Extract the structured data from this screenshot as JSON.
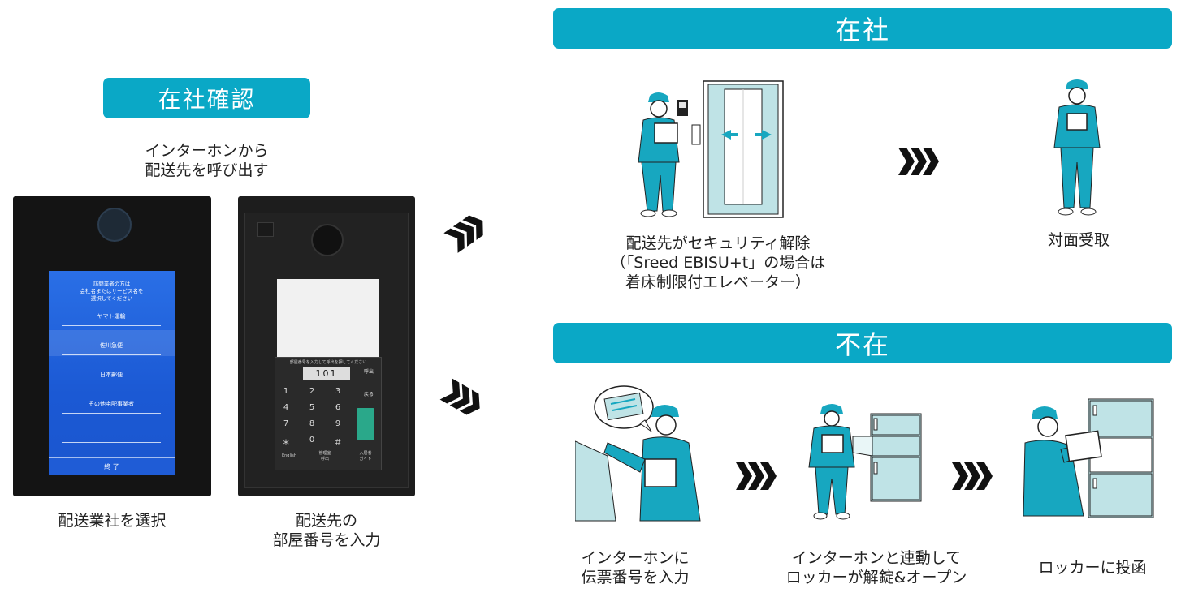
{
  "left": {
    "banner": "在社確認",
    "intro_line1": "インターホンから",
    "intro_line2": "配送先を呼び出す",
    "caption1": "配送業社を選択",
    "caption2_line1": "配送先の",
    "caption2_line2": "部屋番号を入力",
    "device1": {
      "header_line1": "訪問業者の方は",
      "header_line2": "会社名またはサービス名を",
      "header_line3": "選択してください",
      "options": [
        "ヤマト運輸",
        "佐川急便",
        "日本郵便",
        "その他宅配事業者"
      ],
      "end_label": "終 了"
    },
    "device2": {
      "instruction": "部屋番号を入力して呼出を押してください",
      "display": "101",
      "keys": [
        "1",
        "2",
        "3",
        "4",
        "5",
        "6",
        "7",
        "8",
        "9",
        "＊",
        "0",
        "＃"
      ],
      "call_label": "呼出",
      "back_label": "戻る",
      "bottom_keys": [
        "English",
        "管理室\n呼出",
        "入居者\nガイド"
      ]
    }
  },
  "present": {
    "banner": "在社",
    "step1_line1": "配送先がセキュリティ解除",
    "step1_line2": "（「Sreed EBISU+t」の場合は",
    "step1_line3": "着床制限付エレベーター）",
    "step2": "対面受取"
  },
  "absent": {
    "banner": "不在",
    "step1_line1": "インターホンに",
    "step1_line2": "伝票番号を入力",
    "step2_line1": "インターホンと連動して",
    "step2_line2": "ロッカーが解錠&オープン",
    "step3": "ロッカーに投函"
  },
  "colors": {
    "accent": "#0aa8c6",
    "figure": "#17a7c0"
  },
  "icons": [
    "triple-chevron-icon",
    "delivery-person-icon",
    "elevator-icon",
    "locker-icon",
    "invoice-bubble-icon"
  ]
}
